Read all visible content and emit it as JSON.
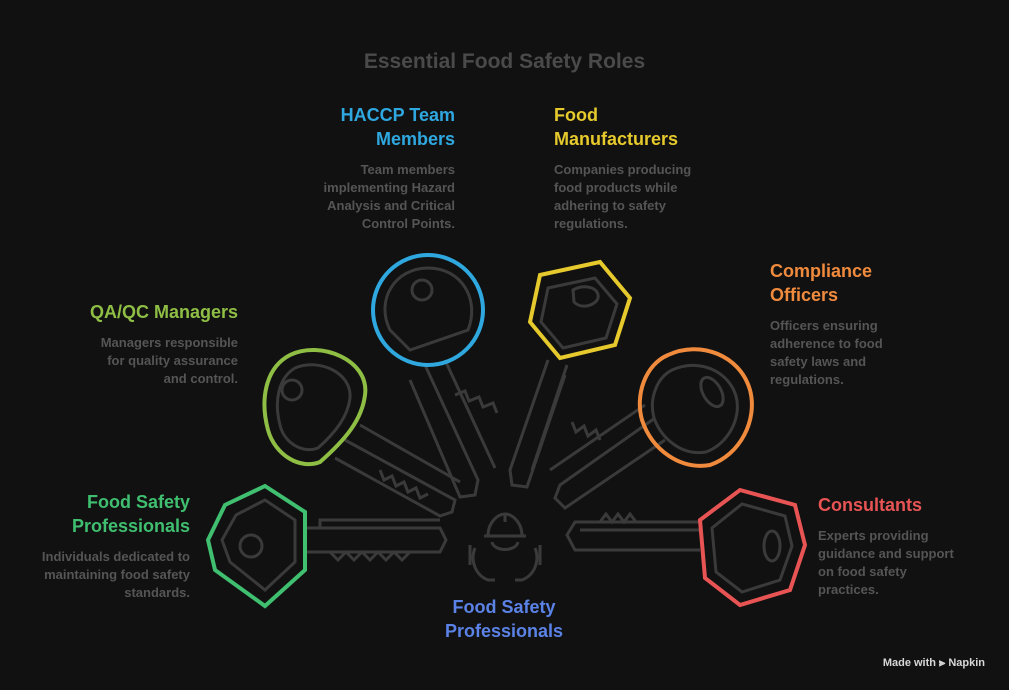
{
  "title": "Essential Food Safety Roles",
  "center": {
    "label_line1": "Food Safety",
    "label_line2": "Professionals",
    "icon": "worker-hands-icon",
    "color": "#5b82e6"
  },
  "roles": [
    {
      "id": "food-safety-professionals",
      "heading_line1": "Food Safety",
      "heading_line2": "Professionals",
      "desc": [
        "Individuals dedicated to",
        "maintaining food safety",
        "standards."
      ],
      "color": "#3fbf6f"
    },
    {
      "id": "qa-qc-managers",
      "heading_line1": "QA/QC Managers",
      "heading_line2": "",
      "desc": [
        "Managers responsible",
        "for quality assurance",
        "and control."
      ],
      "color": "#8fbe45"
    },
    {
      "id": "haccp-team-members",
      "heading_line1": "HACCP Team",
      "heading_line2": "Members",
      "desc": [
        "Team members",
        "implementing Hazard",
        "Analysis and Critical",
        "Control Points."
      ],
      "color": "#2fa8e0"
    },
    {
      "id": "food-manufacturers",
      "heading_line1": "Food",
      "heading_line2": "Manufacturers",
      "desc": [
        "Companies producing",
        "food products while",
        "adhering to safety",
        "regulations."
      ],
      "color": "#e6c92c"
    },
    {
      "id": "compliance-officers",
      "heading_line1": "Compliance",
      "heading_line2": "Officers",
      "desc": [
        "Officers ensuring",
        "adherence to food",
        "safety laws and",
        "regulations."
      ],
      "color": "#f08a3c"
    },
    {
      "id": "consultants",
      "heading_line1": "Consultants",
      "heading_line2": "",
      "desc": [
        "Experts providing",
        "guidance and support",
        "on food safety",
        "practices."
      ],
      "color": "#e85454"
    }
  ],
  "footer": {
    "text": "Made with ⫸ Napkin"
  }
}
